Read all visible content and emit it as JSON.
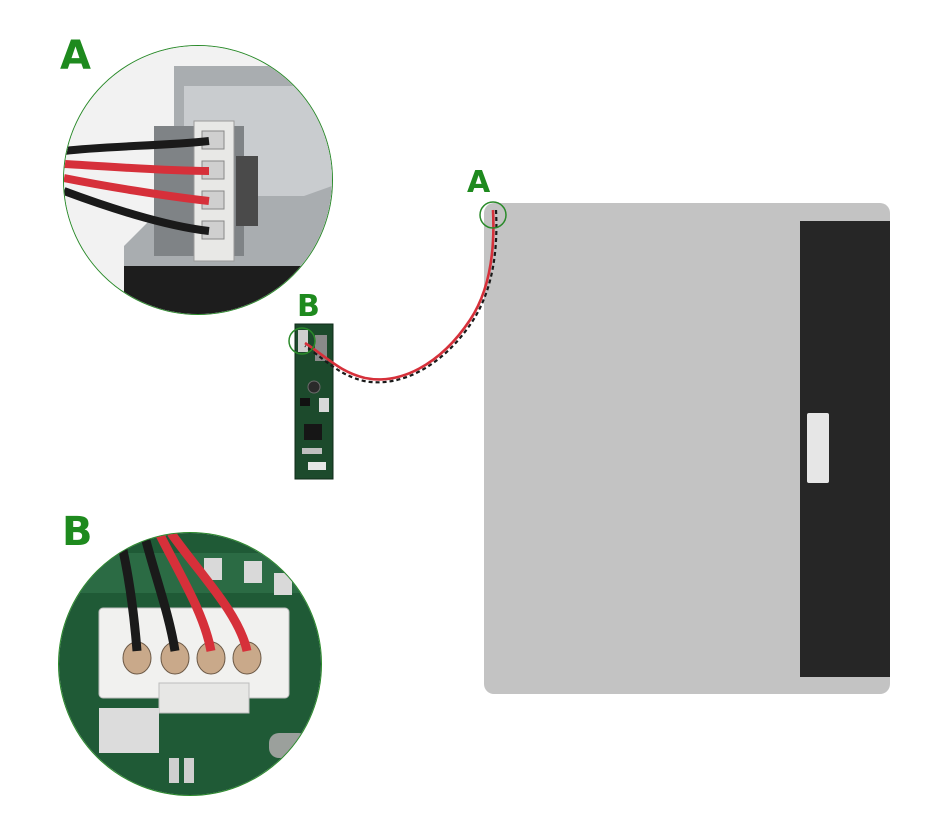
{
  "labels": {
    "zoom_a": "A",
    "zoom_b": "B",
    "panel_a": "A",
    "board_b": "B"
  },
  "colors": {
    "callout_green": "#1e8a1e",
    "panel_gray": "#c3c3c3",
    "panel_dark": "#262626",
    "pcb_green": "#1c4a2c",
    "wire_red": "#d6303a",
    "wire_black": "#1a1a1a"
  },
  "icons": {
    "zoom_a": "battery-connector-closeup",
    "zoom_b": "pcb-connector-closeup",
    "panel": "display-panel",
    "board": "control-board"
  }
}
